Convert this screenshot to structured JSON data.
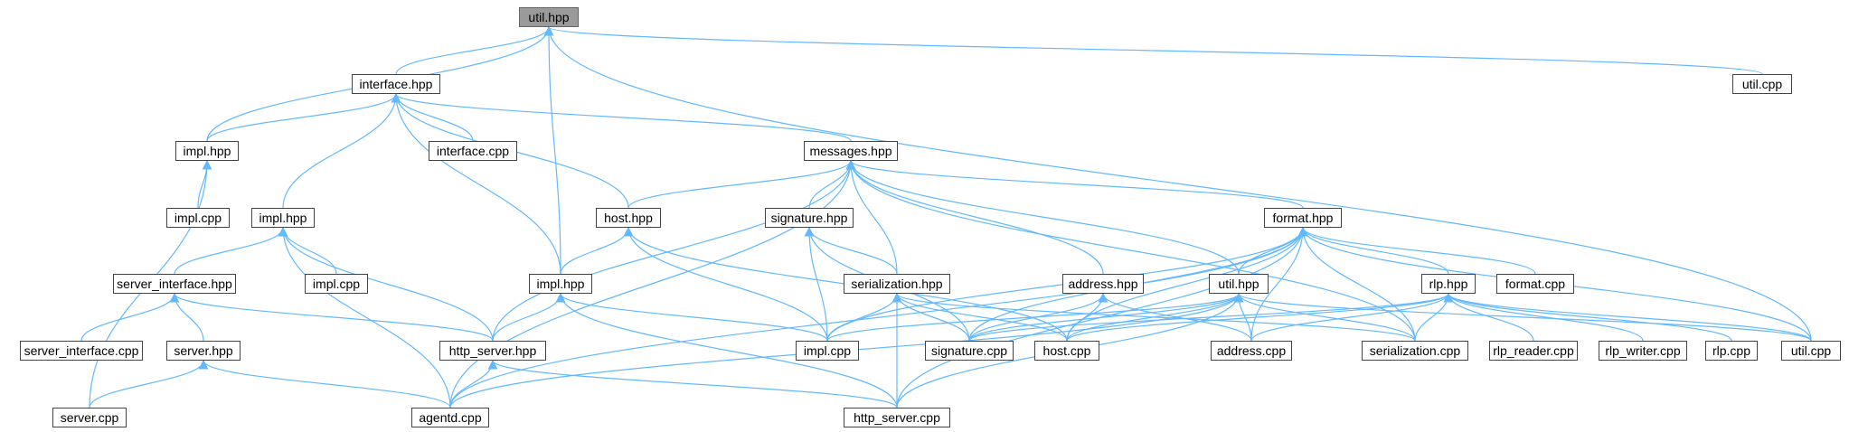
{
  "diagram": {
    "edge_color": "#63b8ff",
    "root_fill": "#9a9a9a",
    "nodes": [
      {
        "id": "n_util_hpp_top",
        "label": "util.hpp",
        "root": true
      },
      {
        "id": "n_interface_hpp",
        "label": "interface.hpp"
      },
      {
        "id": "n_util_cpp_top",
        "label": "util.cpp"
      },
      {
        "id": "n_impl_hpp_1",
        "label": "impl.hpp"
      },
      {
        "id": "n_interface_cpp",
        "label": "interface.cpp"
      },
      {
        "id": "n_messages_hpp",
        "label": "messages.hpp"
      },
      {
        "id": "n_impl_cpp_1",
        "label": "impl.cpp"
      },
      {
        "id": "n_impl_hpp_2",
        "label": "impl.hpp"
      },
      {
        "id": "n_host_hpp",
        "label": "host.hpp"
      },
      {
        "id": "n_signature_hpp",
        "label": "signature.hpp"
      },
      {
        "id": "n_format_hpp",
        "label": "format.hpp"
      },
      {
        "id": "n_server_interface_hpp",
        "label": "server_interface.hpp"
      },
      {
        "id": "n_impl_cpp_2",
        "label": "impl.cpp"
      },
      {
        "id": "n_impl_hpp_3",
        "label": "impl.hpp"
      },
      {
        "id": "n_serialization_hpp",
        "label": "serialization.hpp"
      },
      {
        "id": "n_address_hpp",
        "label": "address.hpp"
      },
      {
        "id": "n_util_hpp_2",
        "label": "util.hpp"
      },
      {
        "id": "n_rlp_hpp",
        "label": "rlp.hpp"
      },
      {
        "id": "n_format_cpp",
        "label": "format.cpp"
      },
      {
        "id": "n_server_interface_cpp",
        "label": "server_interface.cpp"
      },
      {
        "id": "n_server_hpp",
        "label": "server.hpp"
      },
      {
        "id": "n_http_server_hpp",
        "label": "http_server.hpp"
      },
      {
        "id": "n_impl_cpp_3",
        "label": "impl.cpp"
      },
      {
        "id": "n_signature_cpp",
        "label": "signature.cpp"
      },
      {
        "id": "n_host_cpp",
        "label": "host.cpp"
      },
      {
        "id": "n_address_cpp",
        "label": "address.cpp"
      },
      {
        "id": "n_serialization_cpp",
        "label": "serialization.cpp"
      },
      {
        "id": "n_rlp_reader_cpp",
        "label": "rlp_reader.cpp"
      },
      {
        "id": "n_rlp_writer_cpp",
        "label": "rlp_writer.cpp"
      },
      {
        "id": "n_rlp_cpp",
        "label": "rlp.cpp"
      },
      {
        "id": "n_util_cpp_2",
        "label": "util.cpp"
      },
      {
        "id": "n_server_cpp",
        "label": "server.cpp"
      },
      {
        "id": "n_agentd_cpp",
        "label": "agentd.cpp"
      },
      {
        "id": "n_http_server_cpp",
        "label": "http_server.cpp"
      }
    ],
    "edges": [
      [
        "n_interface_hpp",
        "n_util_hpp_top"
      ],
      [
        "n_impl_hpp_1",
        "n_util_hpp_top"
      ],
      [
        "n_impl_hpp_3",
        "n_util_hpp_top"
      ],
      [
        "n_util_cpp_top",
        "n_util_hpp_top"
      ],
      [
        "n_util_cpp_2",
        "n_util_hpp_top"
      ],
      [
        "n_impl_hpp_1",
        "n_interface_hpp"
      ],
      [
        "n_interface_cpp",
        "n_interface_hpp"
      ],
      [
        "n_messages_hpp",
        "n_interface_hpp"
      ],
      [
        "n_impl_hpp_2",
        "n_interface_hpp"
      ],
      [
        "n_host_hpp",
        "n_interface_hpp"
      ],
      [
        "n_impl_hpp_3",
        "n_interface_hpp"
      ],
      [
        "n_impl_cpp_1",
        "n_impl_hpp_1"
      ],
      [
        "n_server_cpp",
        "n_impl_hpp_1"
      ],
      [
        "n_host_hpp",
        "n_messages_hpp"
      ],
      [
        "n_signature_hpp",
        "n_messages_hpp"
      ],
      [
        "n_format_hpp",
        "n_messages_hpp"
      ],
      [
        "n_serialization_hpp",
        "n_messages_hpp"
      ],
      [
        "n_address_hpp",
        "n_messages_hpp"
      ],
      [
        "n_util_hpp_2",
        "n_messages_hpp"
      ],
      [
        "n_http_server_hpp",
        "n_messages_hpp"
      ],
      [
        "n_agentd_cpp",
        "n_messages_hpp"
      ],
      [
        "n_serialization_cpp",
        "n_messages_hpp"
      ],
      [
        "n_server_interface_hpp",
        "n_impl_hpp_2"
      ],
      [
        "n_impl_cpp_2",
        "n_impl_hpp_2"
      ],
      [
        "n_http_server_hpp",
        "n_impl_hpp_2"
      ],
      [
        "n_agentd_cpp",
        "n_impl_hpp_2"
      ],
      [
        "n_impl_hpp_3",
        "n_host_hpp"
      ],
      [
        "n_impl_cpp_3",
        "n_host_hpp"
      ],
      [
        "n_host_cpp",
        "n_host_hpp"
      ],
      [
        "n_serialization_hpp",
        "n_signature_hpp"
      ],
      [
        "n_impl_cpp_3",
        "n_signature_hpp"
      ],
      [
        "n_signature_cpp",
        "n_signature_hpp"
      ],
      [
        "n_util_hpp_2",
        "n_format_hpp"
      ],
      [
        "n_rlp_hpp",
        "n_format_hpp"
      ],
      [
        "n_format_cpp",
        "n_format_hpp"
      ],
      [
        "n_impl_cpp_3",
        "n_format_hpp"
      ],
      [
        "n_signature_cpp",
        "n_format_hpp"
      ],
      [
        "n_host_cpp",
        "n_format_hpp"
      ],
      [
        "n_address_cpp",
        "n_format_hpp"
      ],
      [
        "n_serialization_cpp",
        "n_format_hpp"
      ],
      [
        "n_util_cpp_2",
        "n_format_hpp"
      ],
      [
        "n_agentd_cpp",
        "n_format_hpp"
      ],
      [
        "n_http_server_cpp",
        "n_format_hpp"
      ],
      [
        "n_server_interface_cpp",
        "n_server_interface_hpp"
      ],
      [
        "n_server_hpp",
        "n_server_interface_hpp"
      ],
      [
        "n_http_server_hpp",
        "n_server_interface_hpp"
      ],
      [
        "n_http_server_hpp",
        "n_impl_hpp_3"
      ],
      [
        "n_impl_cpp_3",
        "n_impl_hpp_3"
      ],
      [
        "n_http_server_cpp",
        "n_impl_hpp_3"
      ],
      [
        "n_impl_cpp_3",
        "n_serialization_hpp"
      ],
      [
        "n_signature_cpp",
        "n_serialization_hpp"
      ],
      [
        "n_host_cpp",
        "n_serialization_hpp"
      ],
      [
        "n_serialization_cpp",
        "n_serialization_hpp"
      ],
      [
        "n_http_server_cpp",
        "n_serialization_hpp"
      ],
      [
        "n_signature_cpp",
        "n_address_hpp"
      ],
      [
        "n_host_cpp",
        "n_address_hpp"
      ],
      [
        "n_address_cpp",
        "n_address_hpp"
      ],
      [
        "n_impl_cpp_3",
        "n_util_hpp_2"
      ],
      [
        "n_signature_cpp",
        "n_util_hpp_2"
      ],
      [
        "n_host_cpp",
        "n_util_hpp_2"
      ],
      [
        "n_address_cpp",
        "n_util_hpp_2"
      ],
      [
        "n_serialization_cpp",
        "n_util_hpp_2"
      ],
      [
        "n_util_cpp_2",
        "n_util_hpp_2"
      ],
      [
        "n_agentd_cpp",
        "n_util_hpp_2"
      ],
      [
        "n_http_server_cpp",
        "n_util_hpp_2"
      ],
      [
        "n_signature_cpp",
        "n_rlp_hpp"
      ],
      [
        "n_host_cpp",
        "n_rlp_hpp"
      ],
      [
        "n_address_cpp",
        "n_rlp_hpp"
      ],
      [
        "n_serialization_cpp",
        "n_rlp_hpp"
      ],
      [
        "n_rlp_reader_cpp",
        "n_rlp_hpp"
      ],
      [
        "n_rlp_writer_cpp",
        "n_rlp_hpp"
      ],
      [
        "n_rlp_cpp",
        "n_rlp_hpp"
      ],
      [
        "n_util_cpp_2",
        "n_rlp_hpp"
      ],
      [
        "n_server_cpp",
        "n_server_hpp"
      ],
      [
        "n_agentd_cpp",
        "n_server_hpp"
      ],
      [
        "n_agentd_cpp",
        "n_http_server_hpp"
      ],
      [
        "n_http_server_cpp",
        "n_http_server_hpp"
      ]
    ]
  }
}
